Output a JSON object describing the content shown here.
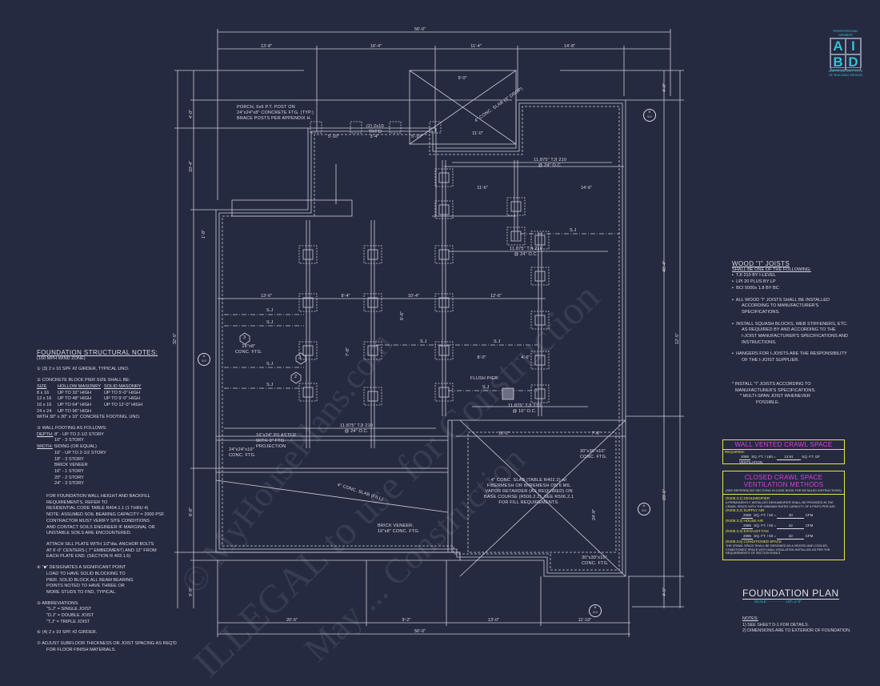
{
  "colors": {
    "background": "#262a40",
    "linework": "#c8ccd8",
    "box_border": "#e8e24a",
    "box_heading": "#de3fe0",
    "logo": "#2ec4d6"
  },
  "watermarks": [
    "© MyHousePlans.com",
    "ILLEGAL to use for Construction",
    "May ... Construction"
  ],
  "logo": {
    "top": "PROFESSIONAL MEMBER",
    "letters": [
      "A",
      "I",
      "B",
      "D"
    ],
    "bottom": "AMERICAN INSTITUTE OF BUILDING DESIGN"
  },
  "dimensions": {
    "top_overall": "56'-0\"",
    "top": [
      "13'-8\"",
      "16'-4\"",
      "11'-4\"",
      "14'-8\""
    ],
    "bottom_overall": "56'-0\"",
    "bottom": [
      "20'-5\"",
      "9'-2\"",
      "13'-0\"",
      "11'-10\""
    ],
    "left": [
      "4'-0\"",
      "10'-4\"",
      "32'-5\"",
      "6'-8\"",
      "9'-9\"",
      "1'-8\""
    ],
    "right": [
      "4'-0\"",
      "48'-4\"",
      "12'-5\"",
      "28'-1\"",
      "4'-5\""
    ],
    "interior": [
      "9'-0\"",
      "11'-0\"",
      "5'-10\"",
      "3'-4\"",
      "5'-10\"",
      "13'-6\"",
      "8'-4\"",
      "10'-4\"",
      "12'-6\"",
      "8'-0\"",
      "4'-6\"",
      "16'-2\"",
      "7'-6\"",
      "11'-6\"",
      "14'-6\"",
      "7'-8\"",
      "6'-6\"",
      "24'-9\""
    ]
  },
  "plan_labels": {
    "porch": [
      "PORCH, 6x6 P.T. POST ON",
      "24\"x24\"x8\" CONCRETE FTG. (TYP.)",
      "BRACE POSTS PER APPENDIX H."
    ],
    "girder": [
      "(2) 2x10",
      "TRT'D"
    ],
    "slab_drop": "4\" CONC. SLAB (3\" DROP)",
    "tji_24a": [
      "11.875\" TJI 210",
      "@ 24\" O.C."
    ],
    "tji_24b": [
      "11.875\" TJI 210",
      "@ 24\" O.C."
    ],
    "tji_24c": [
      "11.875\" TJI 210",
      "@ 24\" O.C."
    ],
    "tji_16": [
      "11.875\" TJI 210",
      "@ 16\" O.C."
    ],
    "sj": "S.J",
    "conc_ftg": [
      "16\"x8\"",
      "CONC. FTG."
    ],
    "flush_pier": "FLUSH PIER",
    "pilaster": [
      "16\"x24\" PILASTER",
      "WITH 3\" FTG.",
      "PROJECTION"
    ],
    "pilaster_ftg": [
      "24\"x24\"x10\"",
      "CONC. FTG."
    ],
    "slab_note": [
      "4\" CONC. SLAB (TABLE R402.2) w/",
      "FIBERMESH OR WIREMESH ON 6 MIL",
      "VAPOR RETARDER (AS REQUIRED) ON",
      "BASE COURSE (R506.2.2). SEE R506.2.1",
      "FOR FILL REQUIREMENTS."
    ],
    "brick": [
      "BRICK VENEER,",
      "16\"x8\" CONC. FTG."
    ],
    "conc_fill": "4\" CONC. SLAB (FILL)",
    "ftg30a": [
      "30\"x30\"x10\"",
      "CONC. FTG."
    ],
    "ftg30b": [
      "30\"x30\"x10\"",
      "CONC. FTG."
    ],
    "hex": [
      "1",
      "2",
      "3"
    ],
    "markers": [
      {
        "top": "B",
        "bottom": "5.0"
      },
      {
        "top": "A",
        "bottom": "5.0"
      },
      {
        "top": "B",
        "bottom": "5.0"
      },
      {
        "top": "A",
        "bottom": "5.0"
      }
    ]
  },
  "foundation_notes": {
    "title": "FOUNDATION STRUCTURAL NOTES:",
    "subtitle": "(100 MPH WIND ZONE)",
    "n1": "(3) 2 x 10 SPF #2 GIRDER, TYPICAL UNO.",
    "n2": {
      "head": "CONCRETE BLOCK PIER SIZE SHALL BE:",
      "cols": [
        "SIZE",
        "HOLLOW MASONRY",
        "SOLID MASONRY"
      ],
      "rows": [
        [
          "8 x 16",
          "UP TO 32\" HIGH",
          "UP TO 5'-0\" HIGH"
        ],
        [
          "12 x 16",
          "UP TO 48\" HIGH",
          "UP TO 9'-0\" HIGH"
        ],
        [
          "16 x 16",
          "UP TO 64\" HIGH",
          "UP TO 12'-0\" HIGH"
        ],
        [
          "24 x 24",
          "UP TO 96\" HIGH",
          ""
        ]
      ],
      "foot": "WITH 30\" x 30\" x 10\" CONCRETE FOOTING, UNO."
    },
    "n3": {
      "head": "WALL FOOTING AS FOLLOWS:",
      "depth_label": "DEPTH:",
      "depth": [
        "8\" - UP TO 2-1/2 STORY",
        "10\" - 3 STORY"
      ],
      "width_label": "WIDTH:",
      "width": [
        "SIDING (OR EQUAL)",
        "16\" - UP TO 2-1/2 STORY",
        "18\" - 3 STORY",
        "BRICK VENEER",
        "16\" - 1 STORY",
        "20\" - 2 STORY",
        "24\" - 3 STORY"
      ]
    },
    "p1": [
      "FOR FOUNDATION WALL HEIGHT AND BACKFILL",
      "REQUIREMENTS, REFER TO",
      "RESIDENTIAL CODE TABLE R404.1.1 (1 THRU 4)",
      "NOTE: ASSUMED SOIL BEARING CAPACITY = 2000 PSF.",
      "CONTRACTOR MUST VERIFY SITE CONDITIONS",
      "AND CONTACT SOILS ENGINEER IF MARGINAL OR",
      "UNSTABLE SOILS ARE ENCOUNTERED."
    ],
    "p2": [
      "ATTACH SILL PLATE WITH 1/2\"dia. ANCHOR BOLTS",
      "AT 6'-0\" CENTERS ( 7\" EMBEDMENT) AND 12\" FROM",
      "EACH PLATE END. (SECTION R 403.1.6)"
    ],
    "n4": [
      "\"■\" DESIGNATES A SIGNIFICANT POINT",
      "LOAD TO HAVE SOLID BLOCKING TO",
      "PIER. SOLID BLOCK ALL BEAM BEARING",
      "POINTS NOTED TO HAVE THREE OR",
      "MORE STUDS TO FND, TYPICAL."
    ],
    "n5": {
      "head": "ABBREVIATIONS:",
      "items": [
        "\"S.J\" = SINGLE JOIST",
        "\"D.J\" = DOUBLE JOIST",
        "\"T.J\" = TRIPLE JOIST"
      ]
    },
    "n6": "(4) 2 x 10 SPF #2 GIRDER.",
    "n7": [
      "ADJUST SUBFLOOR THICKNESS OR JOIST SPACING AS REQ'D",
      "FOR FLOOR FINISH MATERIALS."
    ]
  },
  "ijoist_notes": {
    "title": "WOOD \"I\" JOISTS",
    "subtitle": "SHALL BE ONE OF THE FOLLOWING:",
    "options": [
      "TJI 210 BY I-LEVEL",
      "LPI 20 PLUS BY LP",
      "BCI 5000s 1.8 BY BC"
    ],
    "bullets": [
      [
        "ALL WOOD \"I\" JOISTS SHALL BE INSTALLED",
        "ACCORDING TO MANUFACTURER'S",
        "SPECIFICATIONS."
      ],
      [
        "INSTALL SQUASH BLOCKS, WEB STIFFENERS, ETC.",
        "AS REQUIRED BY AND ACCORDING TO THE",
        "I-JOIST MANUFACTURER'S SPECIFICATIONS AND",
        "INSTRUCTIONS."
      ],
      [
        "HANGERS FOR I-JOISTS ARE THE RESPONSIBILITY",
        "OF THE I-JOIST SUPPLIER."
      ]
    ],
    "extra": [
      "* INSTALL \"I\" JOISTS ACCORDING TO",
      "MANUFACTURER'S SPECIFICATIONS.",
      "* MULTI-SPAN JOIST WHENEVER",
      "POSSIBLE."
    ]
  },
  "vented_box": {
    "title": "WALL VENTED CRAWL SPACE",
    "required": "REQUIRED:",
    "sqft": "2086",
    "mid": "SQ. FT. / 150 =",
    "vent": "13.91",
    "unit": "SQ. FT. OF VENTILATION"
  },
  "closed_box": {
    "title": [
      "CLOSED CRAWL SPACE",
      "VENTILATION METHODS"
    ],
    "note": "(SEE REFERENCED SECTIONS IN CODE BOOK FOR DETAILED INSTRUCTIONS)",
    "m1": {
      "head": "(R408.3.1) DEHUMIDIFIER",
      "text": [
        "A PERMANENTLY INSTALLED DEHUMIDIFIER SHALL BE PROVIDED IN THE",
        "CRAWL SPACE WITH THE MINIMUM RATED CAPACITY OF 8 PINTS PER DAY."
      ]
    },
    "m2": {
      "head": "(R408.3.2) SUPPLY AIR",
      "sqft": "2086",
      "mid": "SQ. FT. / 50 =",
      "val": "30",
      "unit": "CFM"
    },
    "m3": {
      "head": "(R408.3.3) HOUSE AIR",
      "sqft": "2086",
      "mid": "SQ. FT. / 50 =",
      "val": "42",
      "unit": "CFM"
    },
    "m4": {
      "head": "(R408.3.4) EXHAUST FAN",
      "sqft": "2086",
      "mid": "SQ. FT. / 50 =",
      "val": "42",
      "unit": "CFM"
    },
    "m5": {
      "head": "(R408.3.5) CONDITIONED SPACE",
      "text": [
        "THE CRAWL SPACE SHALL BE DESIGNED AS A HEATED AND COOLED,",
        "CONDITIONED SPACE WITH WALL INSULATION INSTALLED AS PER THE",
        "REQUIREMENTS OF SECTION R408.3."
      ]
    }
  },
  "title_block": {
    "title": "FOUNDATION PLAN",
    "scale_label": "SCALE:",
    "scale": "1/8\"=1'-0\"",
    "notes_head": "NOTES:",
    "notes": [
      "1) SEE SHEET D-1 FOR DETAILS.",
      "2) DIMENSIONS ARE TO EXTERIOR OF FOUNDATION."
    ]
  }
}
